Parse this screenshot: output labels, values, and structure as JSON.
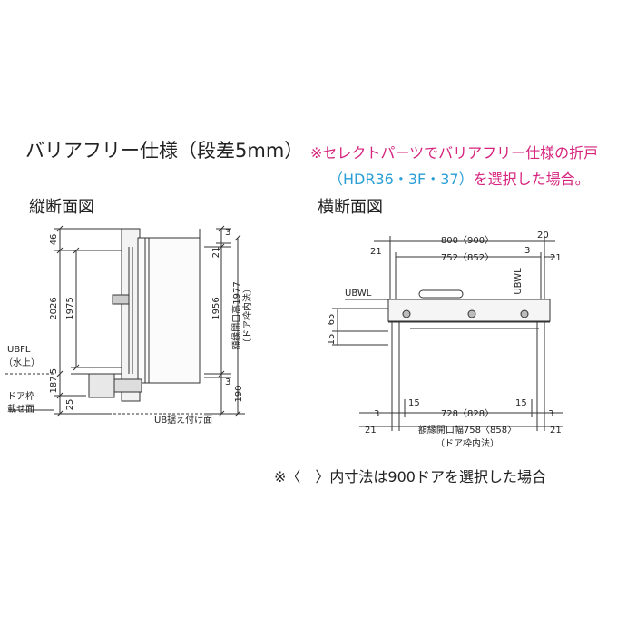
{
  "title": "バリアフリー仕様（段差5mm）",
  "note_line1": "※セレクトパーツでバリアフリー仕様の折戸",
  "note_line2_paren_open": "（",
  "note_line2_models": "HDR36・3F・37",
  "note_line2_paren_close": "）",
  "note_line2_rest": "を選択した場合。",
  "colors": {
    "note_pink": "#d6247e",
    "note_blue": "#2a9fd6"
  },
  "vertical_section": {
    "title": "縦断面図",
    "dims": {
      "d46": "46",
      "d2026": "2026",
      "d1975": "1975",
      "d5": "5",
      "d187": "187",
      "d25": "25",
      "d3_top": "3",
      "d21": "21",
      "d1956": "1956",
      "d3_bottom": "3",
      "d190": "190"
    },
    "labels": {
      "ubfl": "UBFL",
      "water_top": "（水上）",
      "door_frame": "ドア枠",
      "mount_surface": "載せ面",
      "ub_mount": "UB据え付け面",
      "opening_height": "額縁開口高1977",
      "door_inner": "（ドア枠内法）"
    }
  },
  "horizontal_section": {
    "title": "横断面図",
    "dims": {
      "w800": "800〈900〉",
      "w752": "752〈852〉",
      "w728": "728〈828〉",
      "d21_tl": "21",
      "d3_tr": "3",
      "d20": "20",
      "d21_tr": "21",
      "d65": "65",
      "d15_v": "15",
      "d3_bl": "3",
      "d15_bl": "15",
      "d15_br": "15",
      "d3_br": "3",
      "d21_bl": "21",
      "d21_br": "21"
    },
    "labels": {
      "ubwl_left": "UBWL",
      "ubwl_right": "UBWL",
      "opening_width": "額縁開口幅758〈858〉",
      "door_inner": "（ドア枠内法）"
    }
  },
  "footnote": "※〈　〉内寸法は900ドアを選択した場合"
}
